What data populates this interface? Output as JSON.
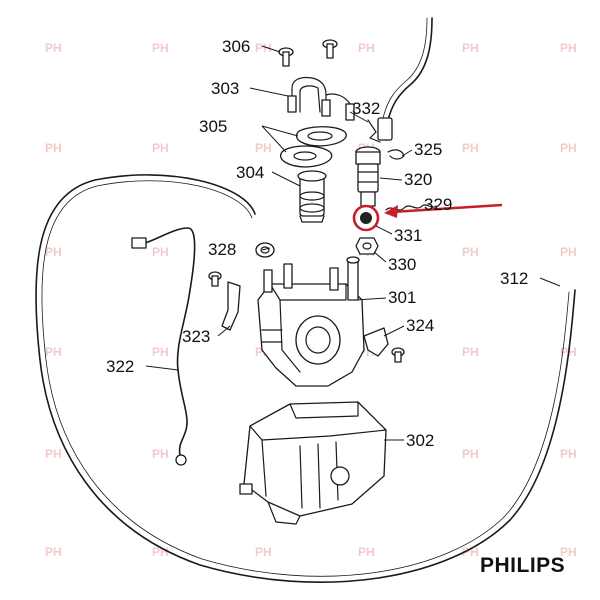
{
  "brand": {
    "logo_text": "PHILIPS"
  },
  "watermark": {
    "text": "PH"
  },
  "highlight_color": "#c81e2a",
  "callouts": {
    "c306": "306",
    "c303": "303",
    "c332": "332",
    "c305": "305",
    "c325": "325",
    "c304": "304",
    "c320": "320",
    "c329": "329",
    "c331": "331",
    "c328": "328",
    "c330": "330",
    "c312": "312",
    "c301": "301",
    "c323": "323",
    "c324": "324",
    "c322": "322",
    "c302": "302"
  }
}
